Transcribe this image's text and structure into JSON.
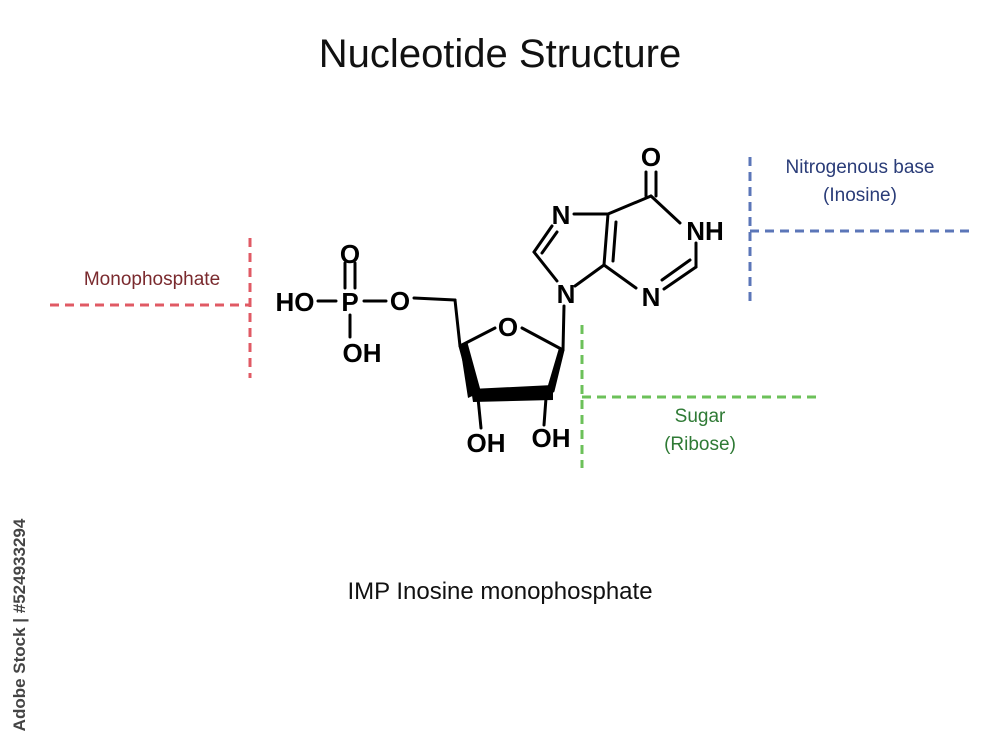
{
  "title": "Nucleotide Structure",
  "caption": "IMP  Inosine monophosphate",
  "watermark": "Adobe Stock | #524933294",
  "colors": {
    "monophosphate": "#e05a64",
    "base": "#5b76b8",
    "sugar": "#6cc15a",
    "monophosphate_text": "#7a2a2e",
    "base_text": "#2a3c78",
    "sugar_text": "#2f7a35"
  },
  "labels": {
    "monophosphate": "Monophosphate",
    "base_line1": "Nitrogenous base",
    "base_line2": "(Inosine)",
    "sugar_line1": "Sugar",
    "sugar_line2": "(Ribose)"
  },
  "atoms": {
    "phosphate_o_top": "O",
    "phosphorus": "P",
    "ho_left": "HO",
    "bridge_o": "O",
    "oh_phosphate": "OH",
    "ring_o": "O",
    "oh_c3": "OH",
    "oh_c2": "OH",
    "n9": "N",
    "n7": "N",
    "n1h": "NH",
    "n3": "N",
    "carbonyl_o": "O"
  }
}
